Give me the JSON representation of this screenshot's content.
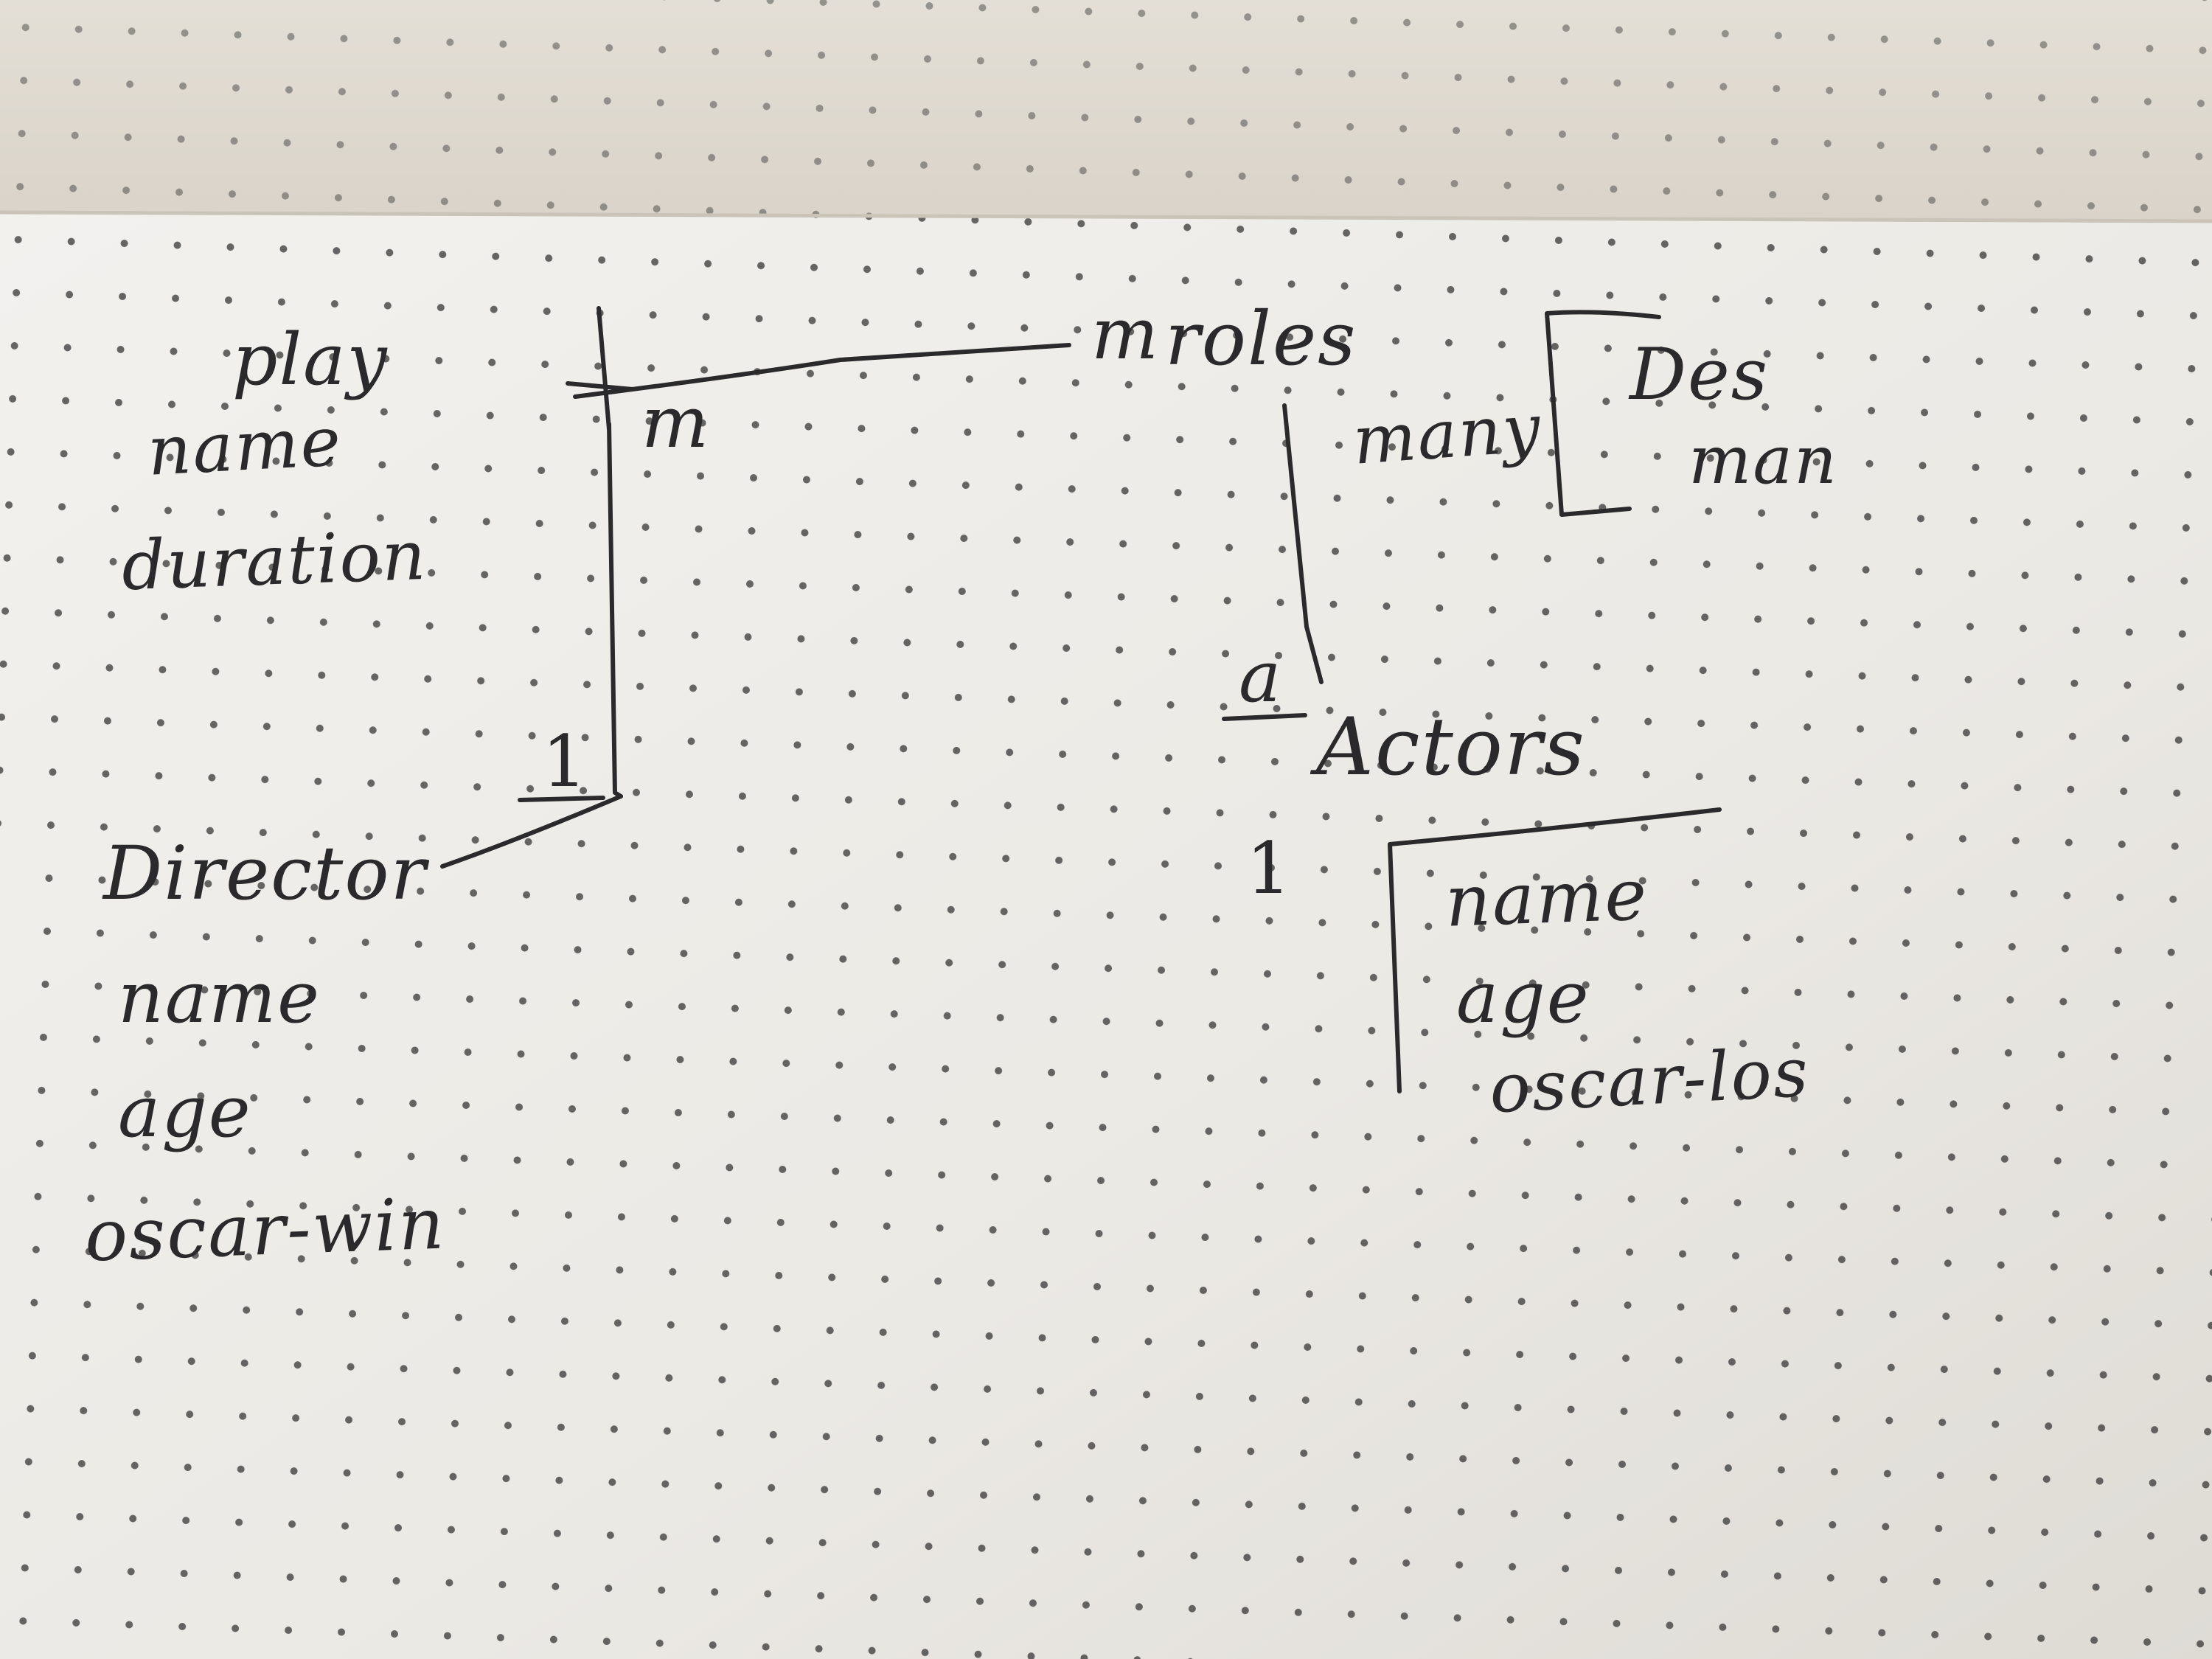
{
  "photo": {
    "subject": "handwritten ER diagram on dotted notebook paper",
    "colors": {
      "paper": "#ecebe6",
      "paper_top_sheet": "#e2ddd4",
      "ink": "#2a2a2c",
      "dot": "#3a3a3a"
    }
  },
  "diagram": {
    "play": {
      "title": "play",
      "attributes": [
        "name",
        "duration"
      ]
    },
    "director": {
      "title": "Director",
      "attributes": [
        "name",
        "age",
        "oscar-win"
      ]
    },
    "roles": {
      "title": "roles",
      "attributes": [
        "Des",
        "man"
      ]
    },
    "actors": {
      "title": "Actors",
      "attributes": [
        "name",
        "age",
        "oscar-los"
      ]
    },
    "cardinalities": {
      "play_roles_play_side": "m",
      "play_roles_roles_side": "m",
      "play_director": "1",
      "roles_actors_roles_side": "many",
      "roles_actors_actors_side": "a",
      "actors_below": "1"
    }
  }
}
